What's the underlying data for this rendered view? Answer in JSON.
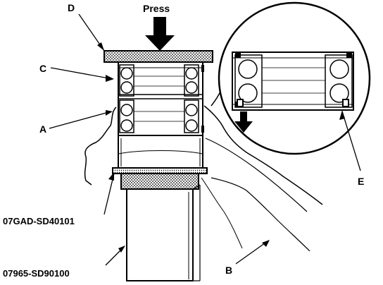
{
  "labels": {
    "press": "Press",
    "a": "A",
    "b": "B",
    "c": "C",
    "d": "D",
    "e": "E",
    "tool_upper": "07GAD-SD40101",
    "tool_lower": "07965-SD90100"
  }
}
